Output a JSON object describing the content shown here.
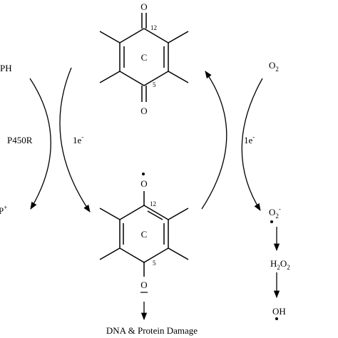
{
  "top_molecule": {
    "ring_label": "C",
    "pos12": "12",
    "pos5": "5",
    "atom_top": "O",
    "atom_bottom": "O"
  },
  "bottom_molecule": {
    "ring_label": "C",
    "pos12": "12",
    "pos5": "5",
    "atom_top": "O",
    "atom_bottom": "O"
  },
  "left_cycle": {
    "top_partial": "PH",
    "enzyme": "P450R",
    "bottom_partial": "P",
    "bottom_partial_sup": "+",
    "electron": "1e",
    "electron_sup": "-"
  },
  "right_cycle": {
    "oxygen": "O",
    "oxygen_sub": "2",
    "electron": "1e",
    "electron_sup": "-"
  },
  "ros_chain": {
    "superoxide": "O",
    "superoxide_sub": "2",
    "superoxide_sup": "-",
    "peroxide_h": "H",
    "peroxide_sub1": "2",
    "peroxide_o": "O",
    "peroxide_sub2": "2",
    "hydroxyl": "OH"
  },
  "outcome": "DNA & Protein Damage",
  "colors": {
    "ink": "#000000",
    "background": "#ffffff"
  }
}
